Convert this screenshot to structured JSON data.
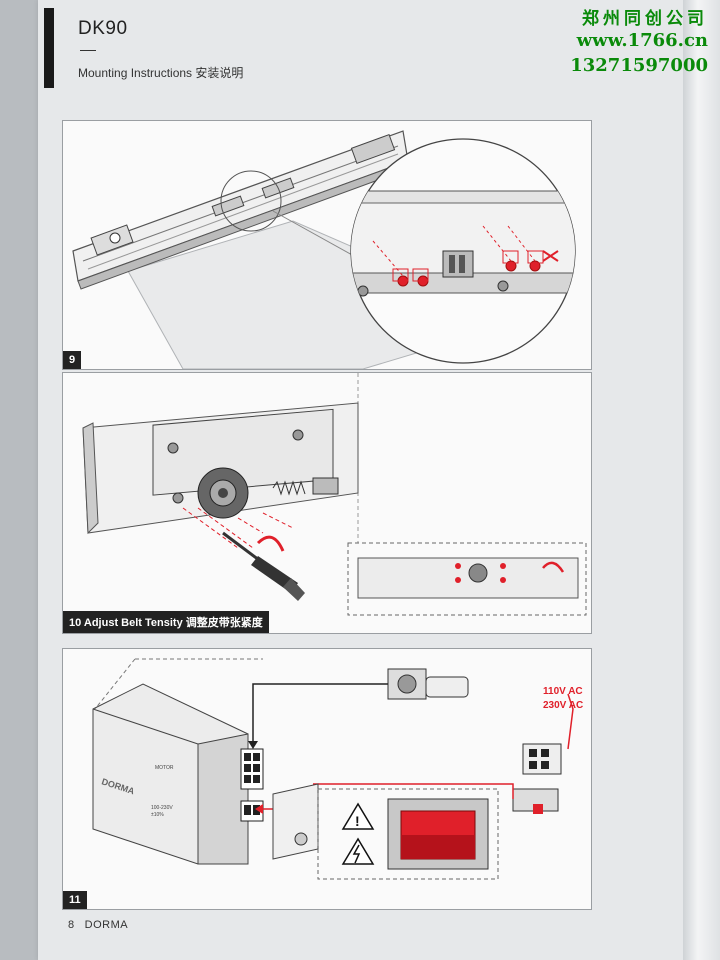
{
  "header": {
    "title": "DK90",
    "subtitle": "Mounting Instructions 安装说明"
  },
  "watermark": {
    "company": "郑州同创公司",
    "website": "www.1766.cn",
    "phone": "13271597000"
  },
  "steps": [
    {
      "number": "9",
      "label": ""
    },
    {
      "number": "10",
      "label": "10 Adjust Belt Tensity 调整皮带张紧度"
    },
    {
      "number": "11",
      "label": ""
    }
  ],
  "step11": {
    "voltage_1": "110V AC",
    "voltage_2": "230V AC",
    "brand_on_unit": "DORMA",
    "unit_label_motor": "MOTOR",
    "unit_label_power": "100-230V",
    "unit_label_power2": "±10%"
  },
  "footer": {
    "page_number": "8",
    "brand": "DORMA"
  },
  "colors": {
    "accent_red": "#e0202a",
    "watermark_green": "#0a8a0a"
  }
}
